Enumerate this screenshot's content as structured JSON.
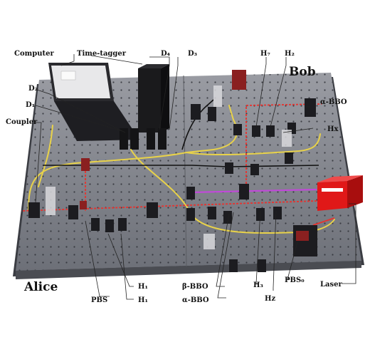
{
  "labels": {
    "computer": "Computer",
    "time_tagger": "Time-tagger",
    "d4": "D₄",
    "d3": "D₃",
    "h7": "H₇",
    "h2": "H₂",
    "bob": "Bob",
    "o_bbo_top": "α-BBO",
    "d2": "D₂",
    "d1": "D₁",
    "coupler": "Coupler",
    "hx": "Hx",
    "alice": "Alice",
    "pbs": "PBS",
    "h1": "H₁",
    "hy": "H₁",
    "b_bbo": "β-BBO",
    "o_bbo_bottom": "α-BBO",
    "h3": "H₃",
    "hz": "Hz",
    "pbs0": "PBS₀",
    "laser": "Laser"
  },
  "colors": {
    "table": "#7d8088",
    "table_edge": "#3a3c42",
    "beam_red": "#e8322e",
    "beam_magenta": "#c04ad8",
    "fiber_yellow": "#e8d24a",
    "laser_body": "#e01818"
  }
}
